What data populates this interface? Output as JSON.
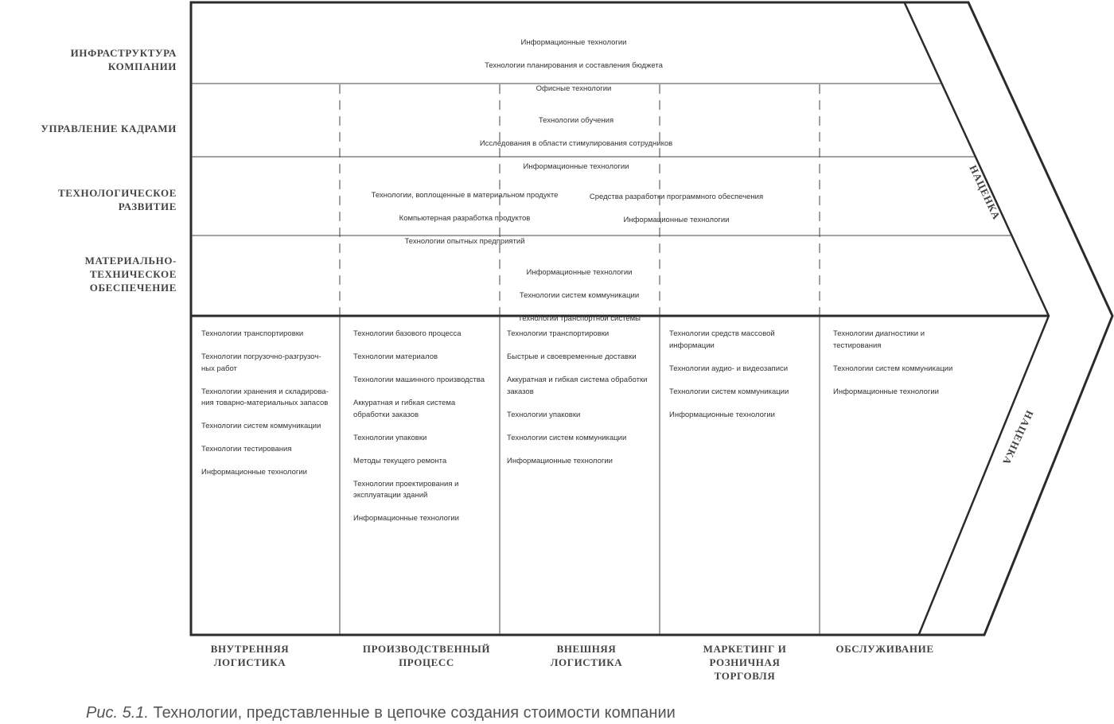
{
  "support_activities": [
    {
      "label": "ИНФРАСТРУКТУРА\nКОМПАНИИ",
      "blocks": [
        {
          "lines": [
            "Информационные технологии",
            "Технологии планирования и составления бюджета",
            "Офисные технологии"
          ]
        }
      ]
    },
    {
      "label": "УПРАВЛЕНИЕ КАДРАМИ",
      "blocks": [
        {
          "lines": [
            "Технологии обучения",
            "Исследования в области стимулирования сотрудников",
            "Информационные технологии"
          ]
        }
      ]
    },
    {
      "label": "ТЕХНОЛОГИЧЕСКОЕ\nРАЗВИТИЕ",
      "blocks": [
        {
          "lines": [
            "Технологии, воплощенные в материальном продукте",
            "Компьютерная разработка продуктов",
            "Технологии опытных предприятий"
          ]
        },
        {
          "lines": [
            "Средства разработки программного обеспечения",
            "Информационные технологии"
          ]
        }
      ]
    },
    {
      "label": "МАТЕРИАЛЬНО-ТЕХНИЧЕСКОЕ\nОБЕСПЕЧЕНИЕ",
      "blocks": [
        {
          "lines": [
            "Информационные технологии",
            "Технологии систем коммуникации",
            "Технологии транспортной системы"
          ]
        }
      ]
    }
  ],
  "primary_activities": [
    {
      "label": "ВНУТРЕННЯЯ\nЛОГИСТИКА",
      "items": [
        "Технологии транспортировки",
        "Технологии погрузочно-разгрузоч-\nных работ",
        "Технологии хранения и складирова-\nния товарно-материальных запасов",
        "Технологии систем коммуникации",
        "Технологии тестирования",
        "Информационные технологии"
      ]
    },
    {
      "label": "ПРОИЗВОДСТВЕННЫЙ\nПРОЦЕСС",
      "items": [
        "Технологии базового процесса",
        "Технологии материалов",
        "Технологии машинного производства",
        "Аккуратная и гибкая система\nобработки заказов",
        "Технологии упаковки",
        "Методы текущего ремонта",
        "Технологии проектирования и\nэксплуатации зданий",
        "Информационные технологии"
      ]
    },
    {
      "label": "ВНЕШНЯЯ\nЛОГИСТИКА",
      "items": [
        "Технологии транспортировки",
        "Быстрые и своевременные доставки",
        "Аккуратная и гибкая система обработки\nзаказов",
        "Технологии упаковки",
        "Технологии систем коммуникации",
        "Информационные технологии"
      ]
    },
    {
      "label": "МАРКЕТИНГ И\nРОЗНИЧНАЯ\nТОРГОВЛЯ",
      "items": [
        "Технологии средств массовой\nинформации",
        "Технологии аудио- и видеозаписи",
        "Технологии систем коммуникации",
        "Информационные технологии"
      ]
    },
    {
      "label": "ОБСЛУЖИВАНИЕ",
      "items": [
        "Технологии диагностики и\nтестирования",
        "Технологии систем коммуникации",
        "Информационные технологии"
      ]
    }
  ],
  "margin_label": "НАЦЕНКА",
  "caption": {
    "ref": "Рис. 5.1.",
    "text": " Технологии, представленные в цепочке создания стоимости компании"
  },
  "colors": {
    "line": "#2b2b2b",
    "text": "#333333",
    "label": "#444444"
  }
}
